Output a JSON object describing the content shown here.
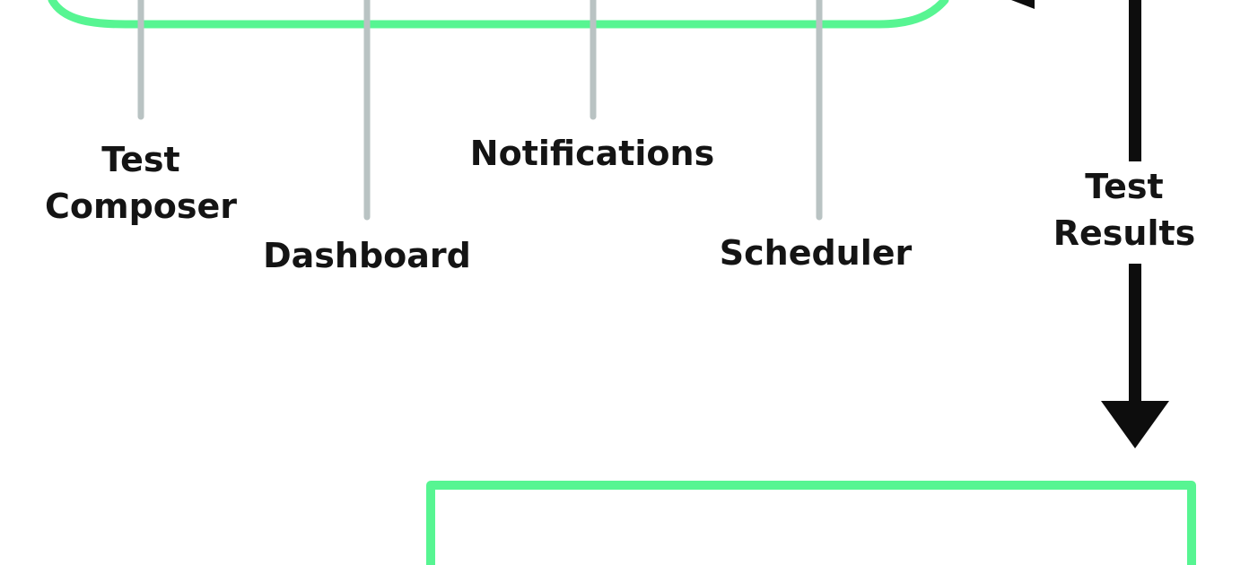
{
  "colors": {
    "box_border": "#57f592",
    "connector_line": "#b9c3c3",
    "arrow": "#0d0d0d",
    "text": "#141414"
  },
  "components": [
    {
      "id": "test-composer",
      "lines": [
        "Test",
        "Composer"
      ]
    },
    {
      "id": "dashboard",
      "lines": [
        "Dashboard"
      ]
    },
    {
      "id": "notifications",
      "lines": [
        "Notifications"
      ]
    },
    {
      "id": "scheduler",
      "lines": [
        "Scheduler"
      ]
    }
  ],
  "flow_label": {
    "lines": [
      "Test",
      "Results"
    ]
  }
}
